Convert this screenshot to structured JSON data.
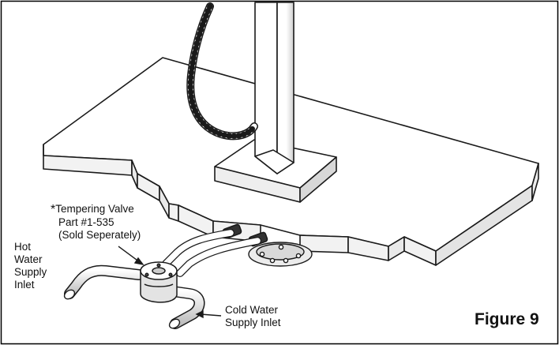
{
  "labels": {
    "tempering_valve": {
      "asterisk": "*",
      "line1": "Tempering Valve",
      "line2": "Part #1-535",
      "line3": "(Sold Seperately)"
    },
    "hot_water": [
      "Hot",
      "Water",
      "Supply",
      "Inlet"
    ],
    "cold_water": [
      "Cold Water",
      "Supply Inlet"
    ]
  },
  "figure_number": "Figure 9",
  "colors": {
    "line": "#1a1a1a",
    "surface": "#ffffff",
    "shade_light": "#e6e6e6",
    "shade_mid": "#c8c8c8",
    "shade_dark": "#555555",
    "border": "#000000"
  }
}
